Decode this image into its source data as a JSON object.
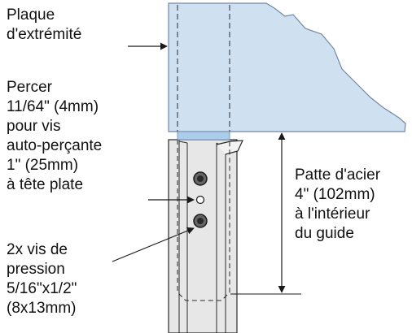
{
  "labels": {
    "end_plate": [
      "Plaque",
      "d'extrémité"
    ],
    "drill": [
      "Percer",
      "11/64\" (4mm)",
      "pour vis",
      "auto-perçante",
      "1\" (25mm)",
      "à tête plate"
    ],
    "steel_tab": [
      "Patte d'acier",
      "4\" (102mm)",
      "à l'intérieur",
      "du guide"
    ],
    "set_screws": [
      "2x vis de",
      "pression",
      "5/16\"x1/2\"",
      "(8x13mm)"
    ]
  },
  "colors": {
    "plate_fill": "#cfe0f1",
    "plate_stroke": "#6f88a8",
    "tab_fill": "#a9cdea",
    "guide_fill": "#e7e7e7",
    "line": "#1a1a1a",
    "text": "#111111"
  },
  "icons": [
    "arrow-head",
    "hidden-line",
    "screw-head"
  ]
}
